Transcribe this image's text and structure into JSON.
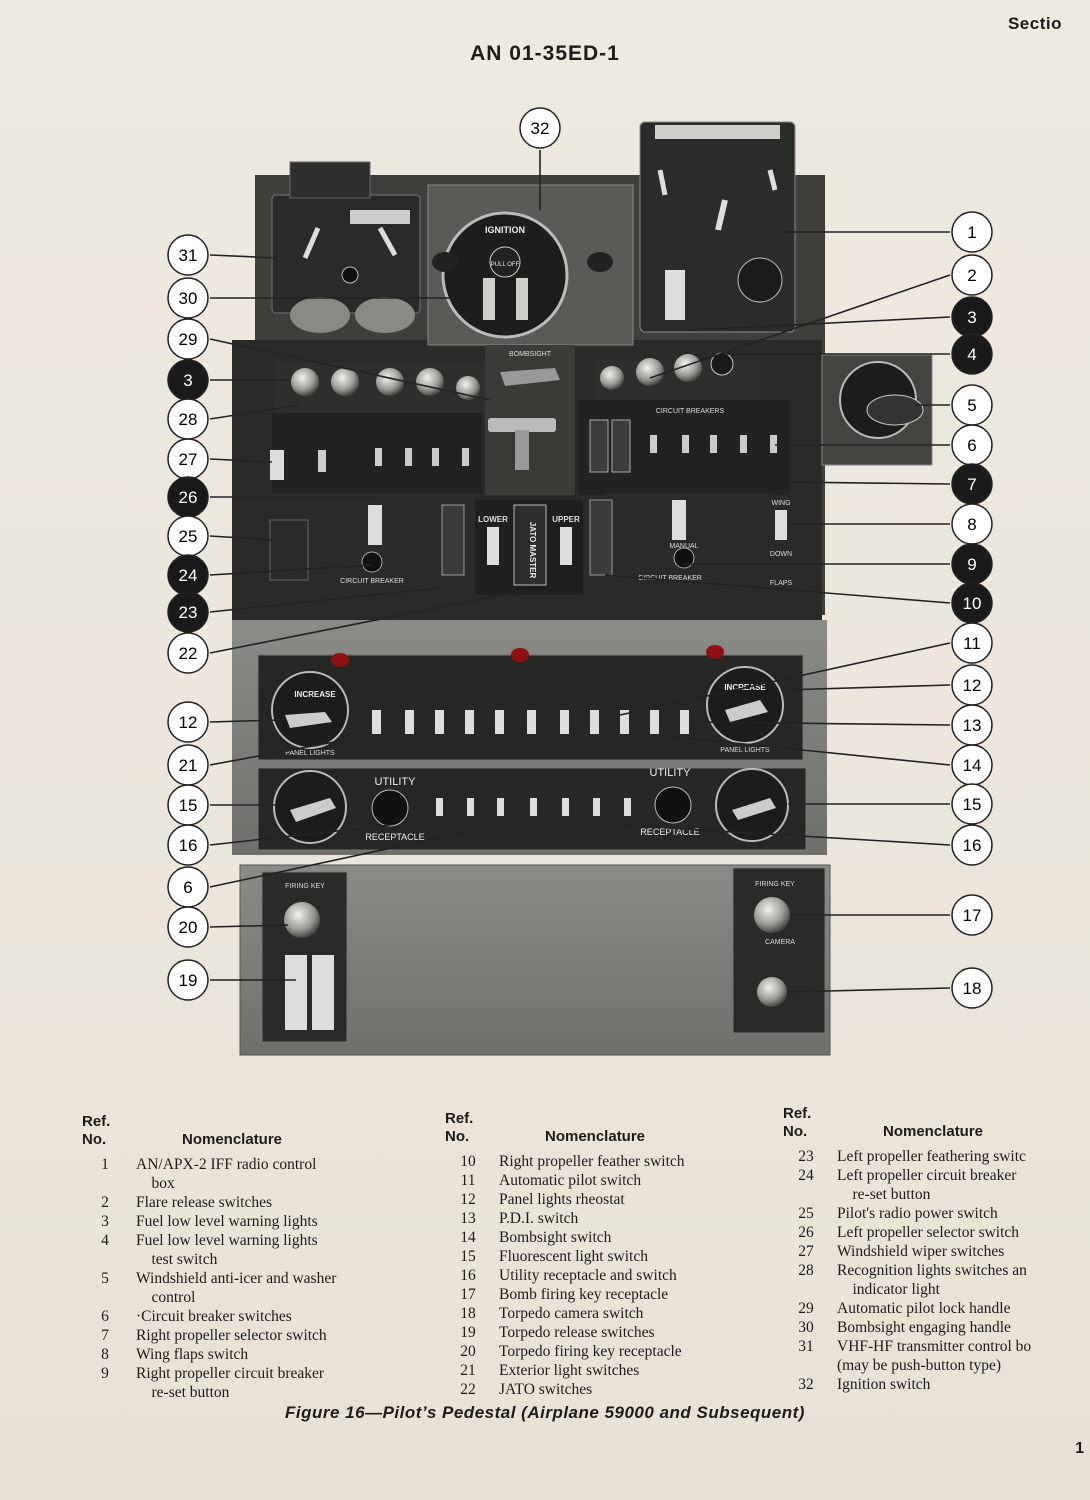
{
  "header": {
    "section": "Sectio",
    "doc_number": "AN 01-35ED-1"
  },
  "figure": {
    "caption": "Figure 16—Pilot’s Pedestal (Airplane 59000 and Subsequent)",
    "callouts_left": [
      "31",
      "30",
      "29",
      "3",
      "28",
      "27",
      "26",
      "25",
      "24",
      "23",
      "22",
      "12",
      "21",
      "15",
      "16",
      "6",
      "20",
      "19"
    ],
    "callouts_right": [
      "1",
      "2",
      "3",
      "4",
      "5",
      "6",
      "7",
      "8",
      "9",
      "10",
      "11",
      "12",
      "13",
      "14",
      "15",
      "16",
      "17",
      "18"
    ],
    "callout_top": "32",
    "panel_text": {
      "ignition": "IGNITION",
      "pull_off": "PULL OFF",
      "jato_master": "JATO MASTER",
      "lower": "LOWER",
      "upper": "UPPER",
      "utility_left": "UTILITY",
      "utility_right": "UTILITY",
      "receptacle_left": "RECEPTACLE",
      "receptacle_right": "RECEPTACLE",
      "circuit_breakers": "CIRCUIT BREAKERS",
      "circuit_breaker_left": "CIRCUIT BREAKER",
      "circuit_breaker_right": "CIRCUIT BREAKER",
      "increase_left": "INCREASE",
      "increase_right": "INCREASE",
      "panel_lights_left": "PANEL LIGHTS",
      "panel_lights_right": "PANEL LIGHTS",
      "torpedo_firing_key": "FIRING KEY",
      "bomb_firing_key": "FIRING KEY",
      "camera": "CAMERA",
      "flaps": "FLAPS",
      "wing": "WING",
      "down": "DOWN",
      "manual": "MANUAL",
      "bombsight": "BOMBSIGHT"
    }
  },
  "legend": {
    "ref_header": "Ref.\nNo.",
    "nomenclature_header": "Nomenclature",
    "columns": [
      [
        {
          "no": "1",
          "text": "AN/APX-2 IFF radio control"
        },
        {
          "no": "",
          "text": "    box"
        },
        {
          "no": "2",
          "text": "Flare release switches"
        },
        {
          "no": "3",
          "text": "Fuel low level warning lights"
        },
        {
          "no": "4",
          "text": "Fuel low level warning lights"
        },
        {
          "no": "",
          "text": "    test switch"
        },
        {
          "no": "5",
          "text": "Windshield anti-icer and washer"
        },
        {
          "no": "",
          "text": "    control"
        },
        {
          "no": "6",
          "text": "·Circuit breaker switches"
        },
        {
          "no": "7",
          "text": "Right propeller selector switch"
        },
        {
          "no": "8",
          "text": "Wing flaps switch"
        },
        {
          "no": "9",
          "text": "Right propeller circuit breaker"
        },
        {
          "no": "",
          "text": "    re-set button"
        }
      ],
      [
        {
          "no": "10",
          "text": "Right propeller feather switch"
        },
        {
          "no": "11",
          "text": "Automatic pilot switch"
        },
        {
          "no": "12",
          "text": "Panel lights rheostat"
        },
        {
          "no": "13",
          "text": "P.D.I. switch"
        },
        {
          "no": "14",
          "text": "Bombsight switch"
        },
        {
          "no": "15",
          "text": "Fluorescent light switch"
        },
        {
          "no": "16",
          "text": "Utility receptacle and switch"
        },
        {
          "no": "17",
          "text": "Bomb firing key receptacle"
        },
        {
          "no": "18",
          "text": "Torpedo camera switch"
        },
        {
          "no": "19",
          "text": "Torpedo release switches"
        },
        {
          "no": "20",
          "text": "Torpedo firing key receptacle"
        },
        {
          "no": "21",
          "text": "Exterior light switches"
        },
        {
          "no": "22",
          "text": "JATO switches"
        }
      ],
      [
        {
          "no": "23",
          "text": "Left propeller feathering switc"
        },
        {
          "no": "24",
          "text": "Left propeller circuit breaker"
        },
        {
          "no": "",
          "text": "    re-set button"
        },
        {
          "no": "25",
          "text": "Pilot's radio power switch"
        },
        {
          "no": "26",
          "text": "Left propeller selector switch"
        },
        {
          "no": "27",
          "text": "Windshield wiper switches"
        },
        {
          "no": "28",
          "text": "Recognition lights switches an"
        },
        {
          "no": "",
          "text": "    indicator light"
        },
        {
          "no": "29",
          "text": "Automatic pilot lock handle"
        },
        {
          "no": "30",
          "text": "Bombsight engaging handle"
        },
        {
          "no": "31",
          "text": "VHF-HF transmitter control bo"
        },
        {
          "no": "",
          "text": "(may be push-button type)"
        },
        {
          "no": "32",
          "text": "Ignition switch"
        }
      ]
    ]
  },
  "page_number": "1"
}
